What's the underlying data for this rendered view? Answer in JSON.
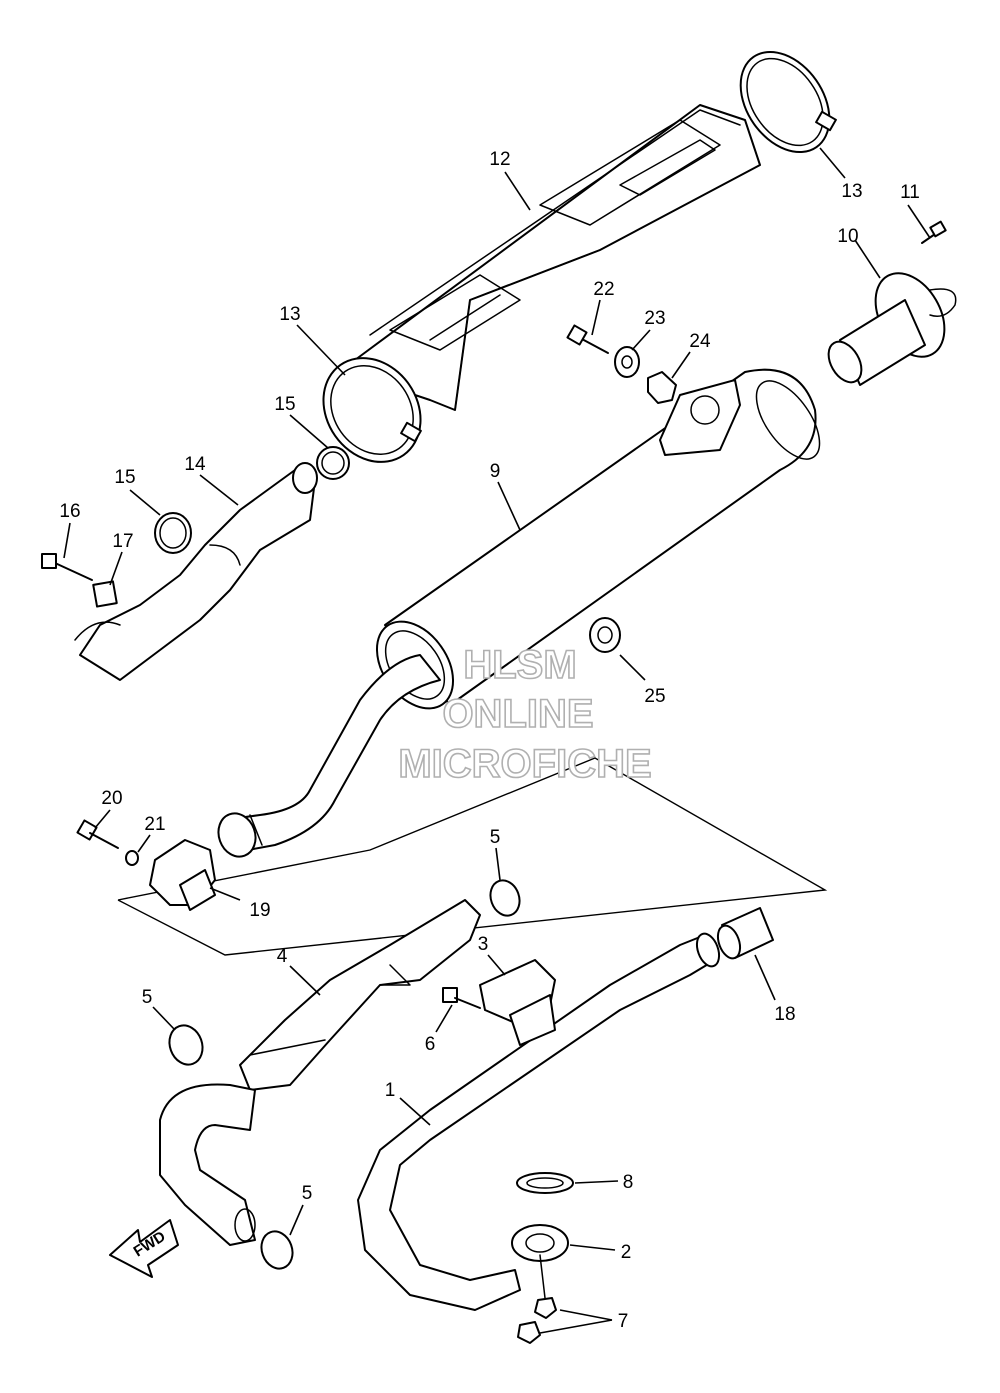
{
  "callouts": {
    "c1": "1",
    "c2": "2",
    "c3": "3",
    "c4": "4",
    "c5a": "5",
    "c5b": "5",
    "c5c": "5",
    "c6": "6",
    "c7": "7",
    "c8": "8",
    "c9": "9",
    "c10": "10",
    "c11": "11",
    "c12": "12",
    "c13a": "13",
    "c13b": "13",
    "c14": "14",
    "c15a": "15",
    "c15b": "15",
    "c16": "16",
    "c17": "17",
    "c18": "18",
    "c19": "19",
    "c20": "20",
    "c21": "21",
    "c22": "22",
    "c23": "23",
    "c24": "24",
    "c25": "25"
  },
  "watermark": {
    "line1": "HLSM",
    "line2": "ONLINE",
    "line3": "MICROFICHE"
  },
  "direction_marker": "FWD"
}
